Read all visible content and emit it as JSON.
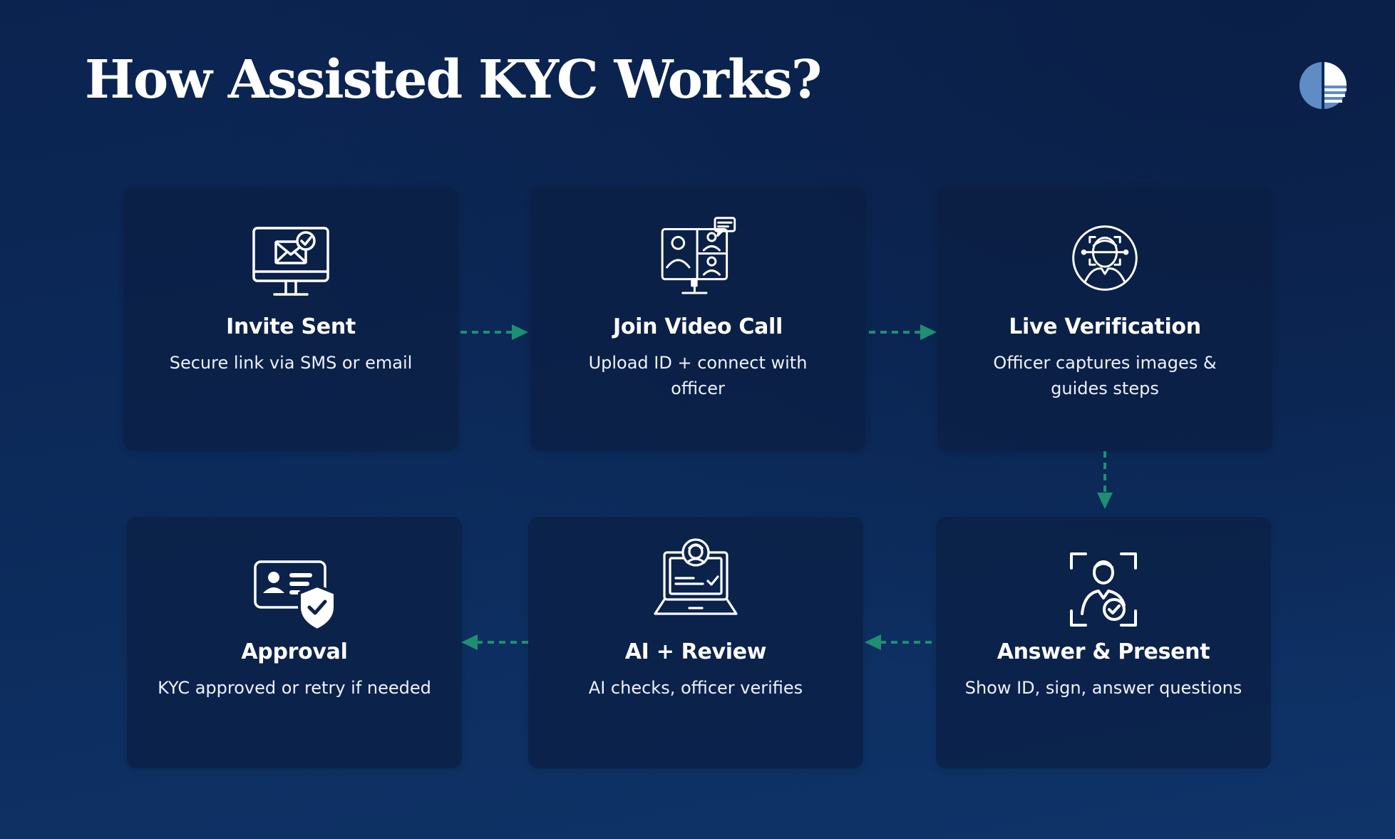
{
  "page": {
    "title": "How Assisted KYC Works?"
  },
  "accent_color": "#1f8f73",
  "steps": [
    {
      "icon": "monitor-mail-icon",
      "title": "Invite Sent",
      "desc": "Secure link via SMS or email"
    },
    {
      "icon": "video-call-icon",
      "title": "Join Video Call",
      "desc": "Upload ID + connect with officer"
    },
    {
      "icon": "face-scan-icon",
      "title": "Live Verification",
      "desc": "Officer captures images & guides steps"
    },
    {
      "icon": "user-scan-check-icon",
      "title": "Answer & Present",
      "desc": "Show ID, sign, answer questions"
    },
    {
      "icon": "laptop-review-icon",
      "title": "AI + Review",
      "desc": "AI checks, officer verifies"
    },
    {
      "icon": "id-card-shield-icon",
      "title": "Approval",
      "desc": "KYC approved or retry if needed"
    }
  ]
}
